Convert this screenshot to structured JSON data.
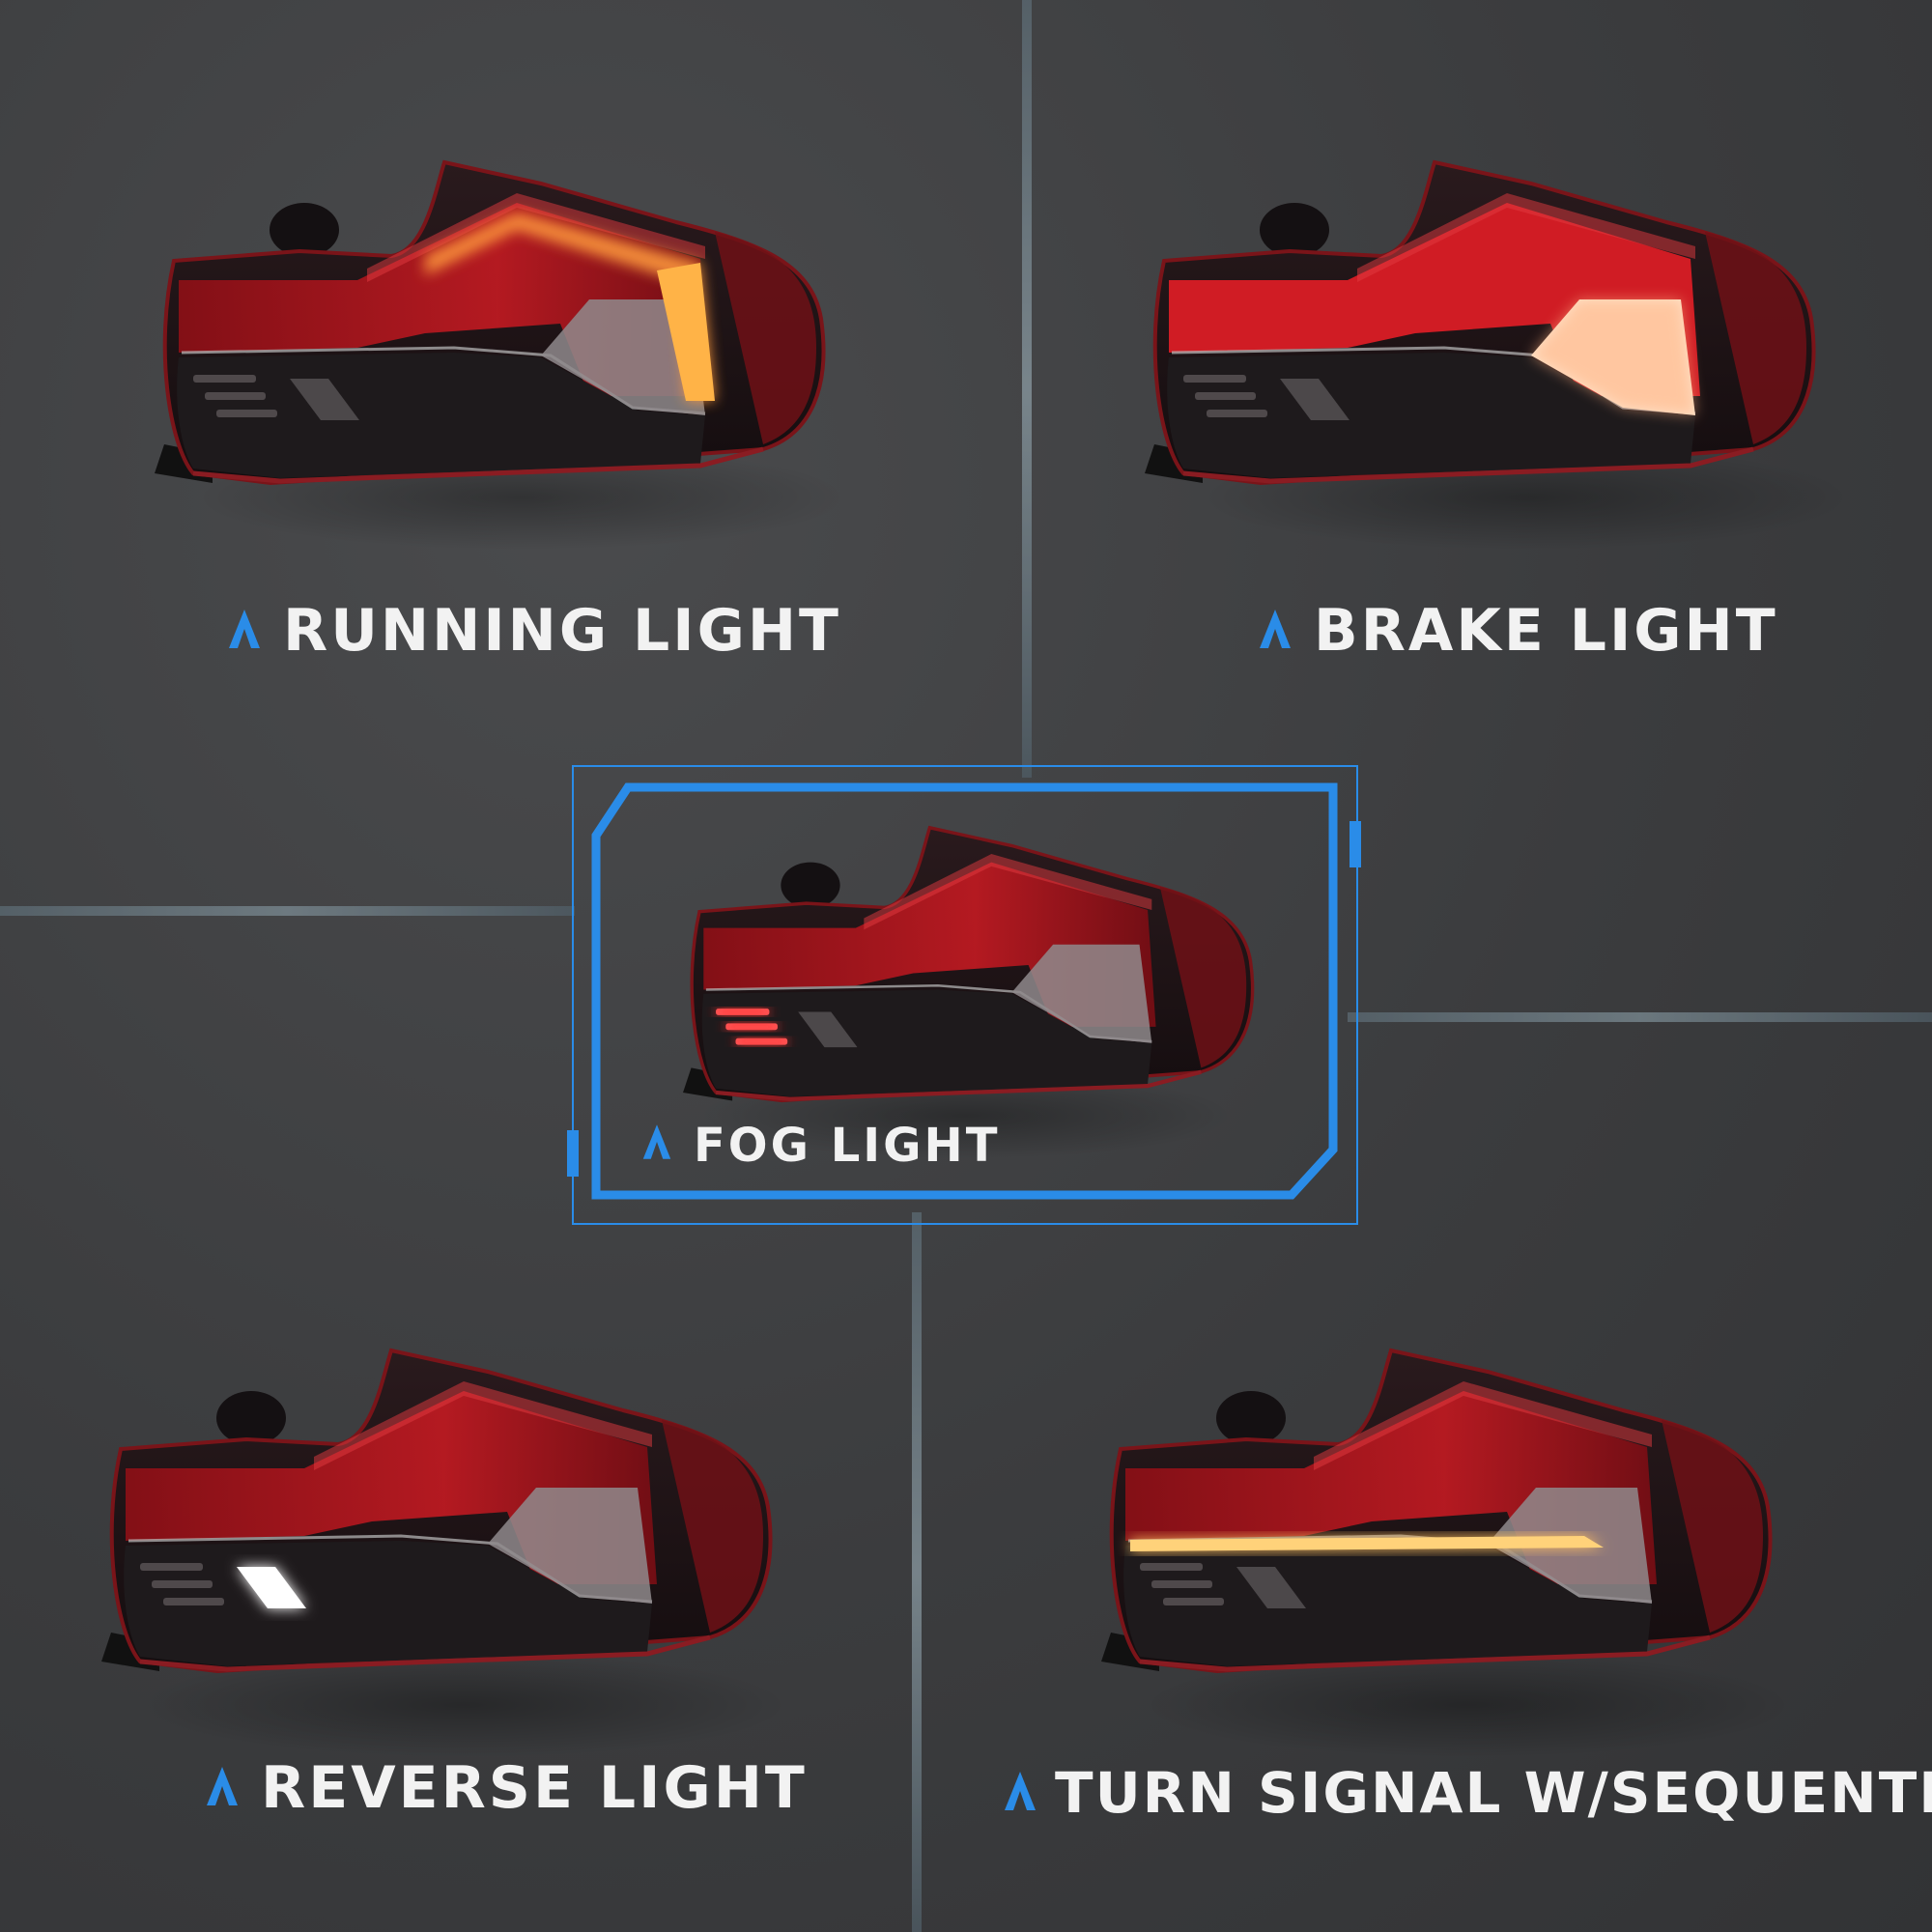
{
  "panels": [
    {
      "id": "running",
      "label": "RUNNING LIGHT",
      "lit": "running"
    },
    {
      "id": "brake",
      "label": "BRAKE LIGHT",
      "lit": "brake"
    },
    {
      "id": "fog",
      "label": "FOG LIGHT",
      "lit": "fog"
    },
    {
      "id": "reverse",
      "label": "REVERSE LIGHT",
      "lit": "reverse"
    },
    {
      "id": "turn",
      "label": "TURN SIGNAL W/SEQUENTIAL",
      "lit": "turn"
    }
  ],
  "icon": "chevron-up-icon",
  "colors": {
    "accent": "#2a8ce8",
    "caption": "#f2f2f2",
    "lens_red": "#c0161e",
    "amber": "#ffb347",
    "white_glow": "#f5f5f5"
  }
}
